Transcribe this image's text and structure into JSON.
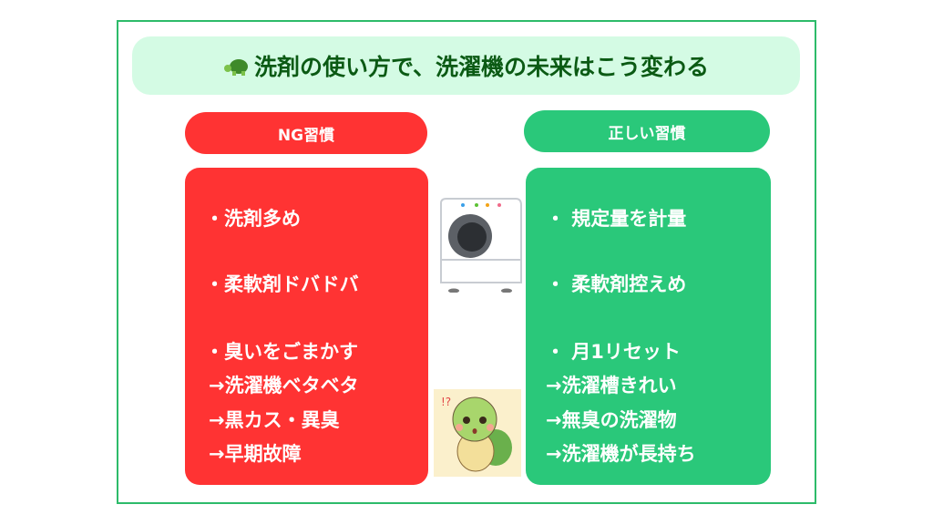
{
  "title": "洗剤の使い方で、洗濯機の未来はこう変わる",
  "ng": {
    "label": "NG習慣",
    "items": [
      "・洗剤多め",
      "・柔軟剤ドバドバ",
      "・臭いをごまかす",
      "→洗濯機ベタベタ",
      "→黒カス・異臭",
      "→早期故障"
    ]
  },
  "good": {
    "label": "正しい習慣",
    "items": [
      "・ 規定量を計量",
      "・ 柔軟剤控えめ",
      "・ 月1リセット",
      "→洗濯槽きれい",
      "→無臭の洗濯物",
      "→洗濯機が長持ち"
    ]
  },
  "colors": {
    "red": "#ff3333",
    "green": "#2ac87a",
    "title_bg": "#d4fbe4",
    "title_text": "#0b5a14"
  }
}
